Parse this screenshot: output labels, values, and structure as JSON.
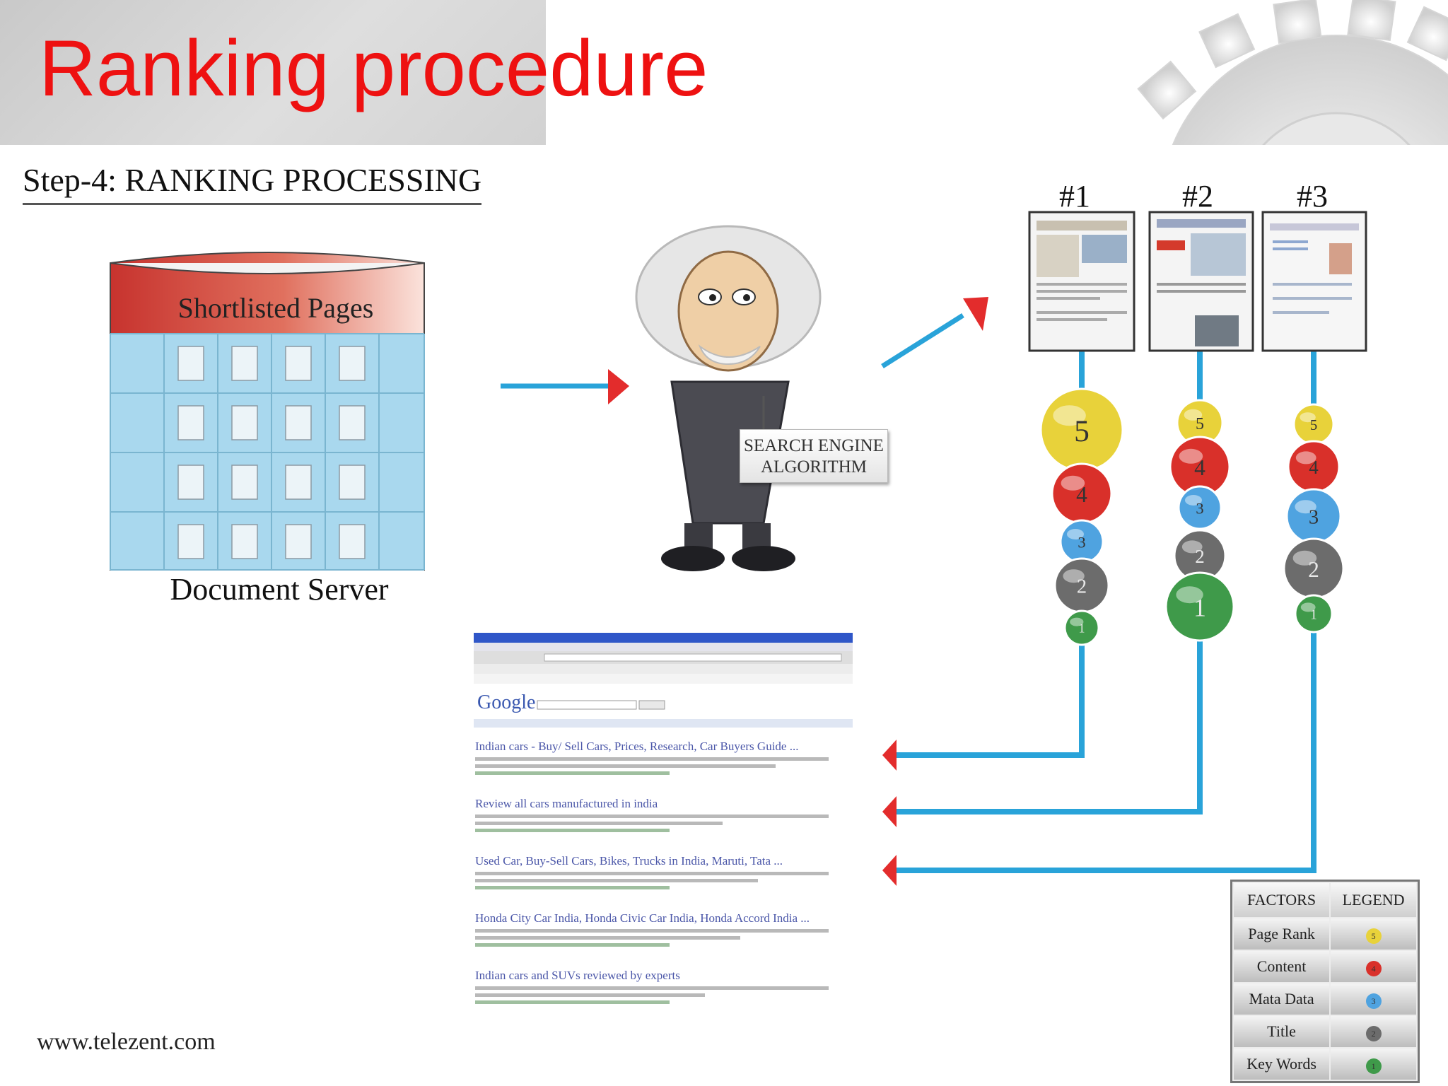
{
  "slide": {
    "title": "Ranking procedure",
    "step_title": "Step-4:  RANKING PROCESSING",
    "footer_url": "www.telezent.com"
  },
  "document_server": {
    "db_label": "Shortlisted Pages",
    "label": "Document Server"
  },
  "algorithm": {
    "line1": "SEARCH  ENGINE",
    "line2": "ALGORITHM"
  },
  "ranked_pages": [
    {
      "rank": "#1",
      "balls": [
        "5",
        "4",
        "3",
        "2",
        "1"
      ]
    },
    {
      "rank": "#2",
      "balls": [
        "5",
        "4",
        "3",
        "2",
        "1"
      ]
    },
    {
      "rank": "#3",
      "balls": [
        "5",
        "4",
        "3",
        "2",
        "1"
      ]
    }
  ],
  "serp": {
    "logo": "Google",
    "results": [
      {
        "title": "Indian cars - Buy/ Sell Cars, Prices, Research, Car Buyers Guide ..."
      },
      {
        "title": "Review all cars manufactured in india"
      },
      {
        "title": "Used Car, Buy-Sell Cars, Bikes, Trucks in India, Maruti, Tata ..."
      },
      {
        "title": "Honda City Car India, Honda Civic Car India, Honda Accord India ..."
      },
      {
        "title": "Indian cars and SUVs reviewed by experts"
      }
    ]
  },
  "legend": {
    "header_factors": "FACTORS",
    "header_legend": "LEGEND",
    "rows": [
      {
        "factor": "Page Rank",
        "num": "5",
        "color": "#e8d23a"
      },
      {
        "factor": "Content",
        "num": "4",
        "color": "#d9302a"
      },
      {
        "factor": "Mata Data",
        "num": "3",
        "color": "#4fa3e0"
      },
      {
        "factor": "Title",
        "num": "2",
        "color": "#6c6c6c"
      },
      {
        "factor": "Key Words",
        "num": "1",
        "color": "#3f9a4a"
      }
    ]
  },
  "colors": {
    "title": "#ee1111",
    "connector": "#29a3d9",
    "arrow": "#e32c2c",
    "ball_5": "#e8d23a",
    "ball_4": "#d9302a",
    "ball_3": "#4fa3e0",
    "ball_2": "#6c6c6c",
    "ball_1": "#3f9a4a"
  }
}
